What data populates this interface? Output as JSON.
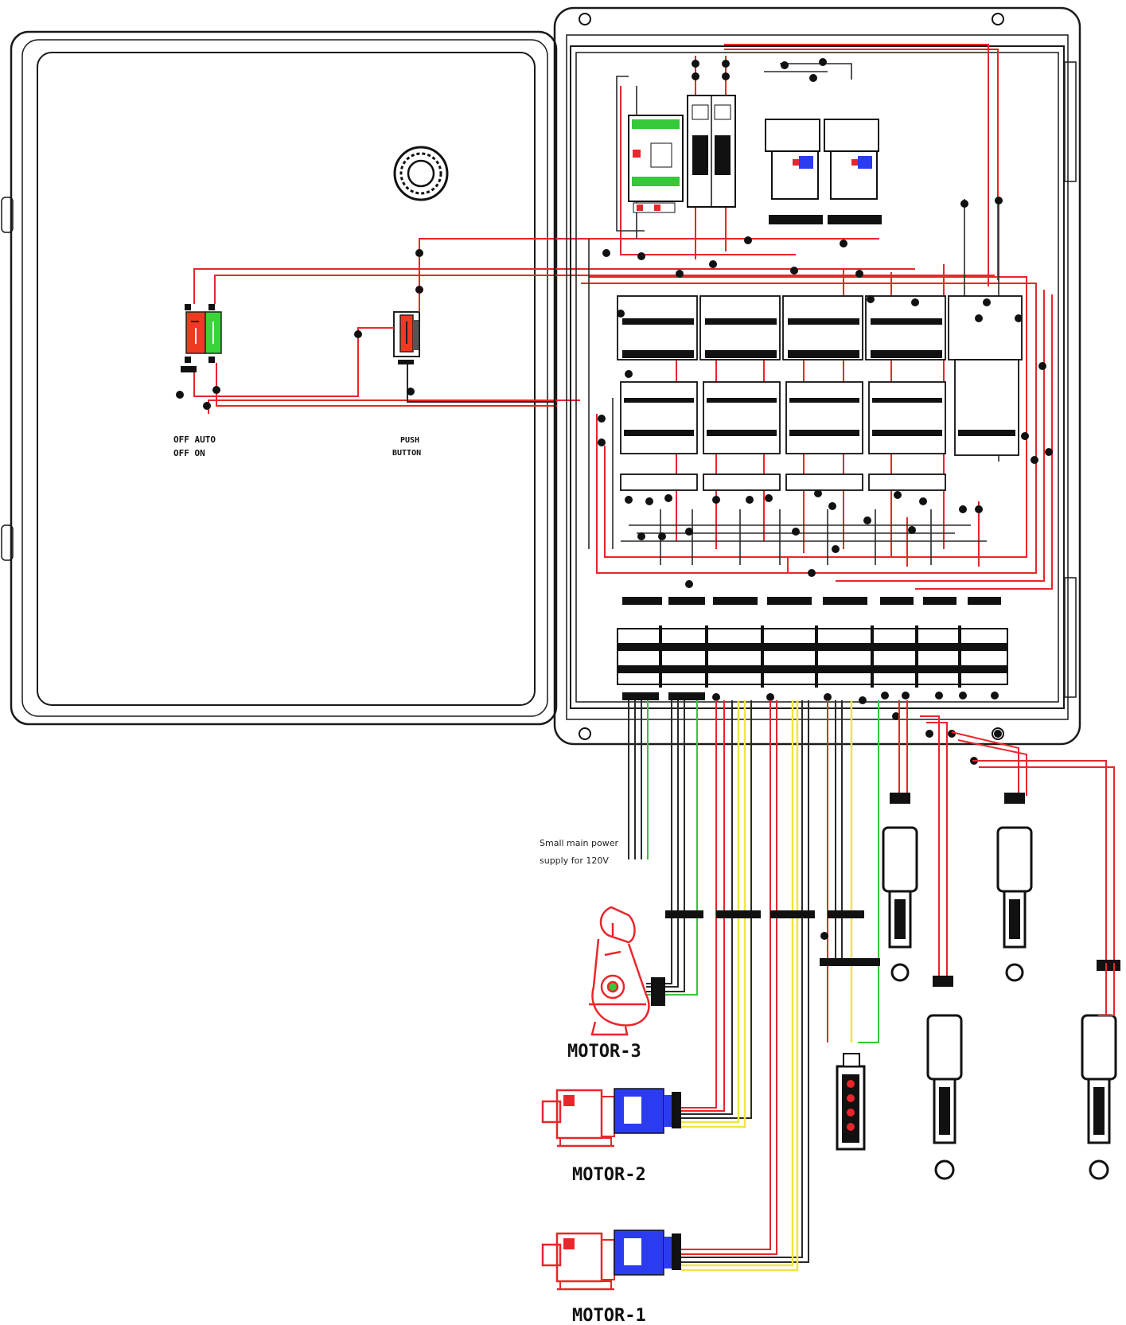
{
  "diagram": {
    "motors": [
      {
        "label": "MOTOR-3",
        "kind": "gear-motor-vertical"
      },
      {
        "label": "MOTOR-2",
        "kind": "gear-motor-horizontal"
      },
      {
        "label": "MOTOR-1",
        "kind": "gear-motor-horizontal"
      }
    ],
    "note_lines": [
      "Small main power",
      "supply for 120V"
    ],
    "door_labels": {
      "selector_line1": "OFF  AUTO",
      "selector_line2": "OFF   ON",
      "button_line1": "PUSH",
      "button_line2": "BUTTON"
    },
    "colors": {
      "power": "#e8262b",
      "ground": "#35c83a",
      "signal": "#efe640",
      "wire_dark": "#2a2a2a",
      "motor_body": "#2b3cf0",
      "motor_gear": "#e8262b",
      "panel_line": "#1a1a1a"
    }
  }
}
